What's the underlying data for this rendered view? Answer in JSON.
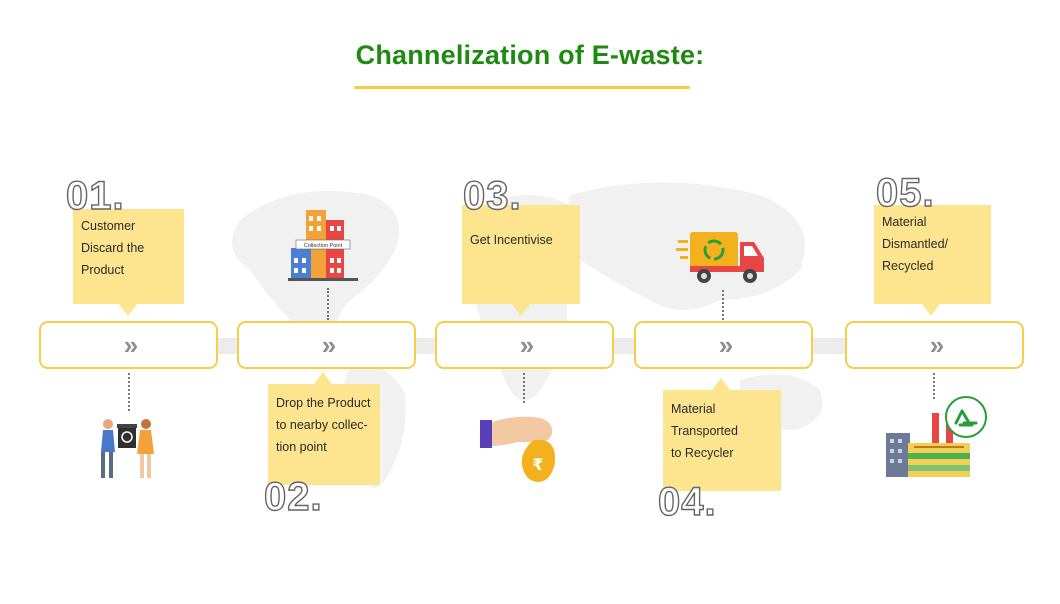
{
  "title": "Channelization of E-waste:",
  "accent_color": "#f5cf4c",
  "note_color": "#fde48f",
  "title_color": "#1f8a12",
  "steps": [
    {
      "number": "01.",
      "text": [
        "Customer",
        "Discard the",
        "Product"
      ],
      "icon": "people-with-ewaste-bin-icon"
    },
    {
      "number": "02.",
      "text": [
        "Drop the Product",
        "to nearby collec-",
        "tion point"
      ],
      "icon": "collection-point-building-icon",
      "building_sign": "Collection Point"
    },
    {
      "number": "03.",
      "text": [
        "Get Incentivise"
      ],
      "icon": "hand-rupee-money-bag-icon",
      "currency_symbol": "₹"
    },
    {
      "number": "04.",
      "text": [
        "Material",
        "Transported",
        "to Recycler"
      ],
      "icon": "recycle-truck-icon"
    },
    {
      "number": "05.",
      "text": [
        "Material",
        "Dismantled/",
        "Recycled"
      ],
      "icon": "recycling-factory-icon"
    }
  ],
  "chevron_glyph": "»"
}
